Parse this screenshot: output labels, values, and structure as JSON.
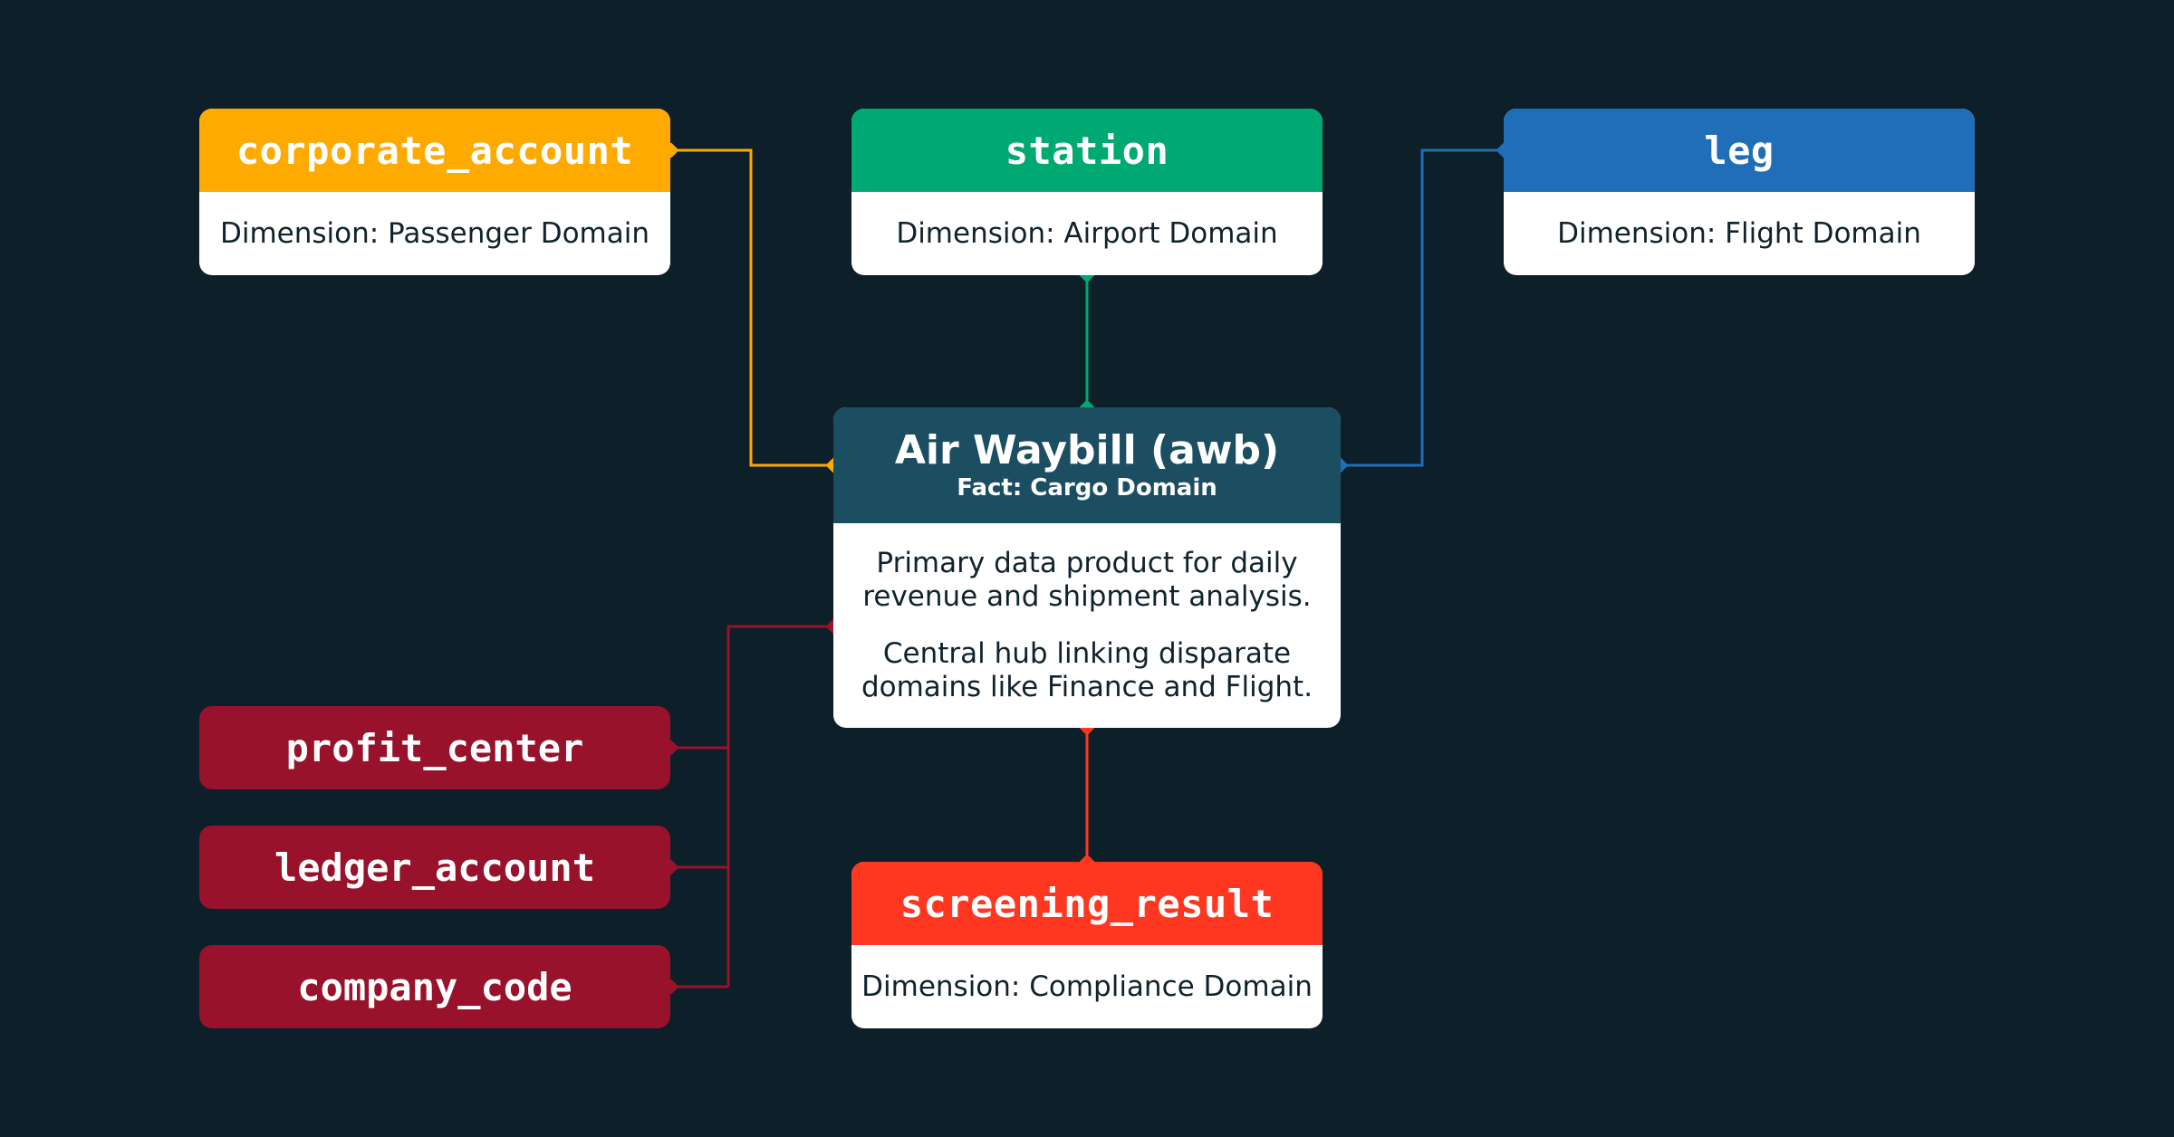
{
  "colors": {
    "background": "#0d1f28",
    "passenger": "#ffaa00",
    "airport": "#00a972",
    "flight": "#1f6eb7",
    "finance": "#97122a",
    "compliance": "#ff3721",
    "fact_header": "#1c4e62"
  },
  "fact": {
    "title": "Air Waybill (awb)",
    "subtitle": "Fact: Cargo Domain",
    "description": [
      "Primary data product for daily revenue and shipment analysis.",
      "Central hub linking disparate domains like Finance and Flight."
    ]
  },
  "dimensions": {
    "corporate_account": {
      "name": "corporate_account",
      "label": "Dimension: Passenger Domain"
    },
    "station": {
      "name": "station",
      "label": "Dimension: Airport Domain"
    },
    "leg": {
      "name": "leg",
      "label": "Dimension: Flight Domain"
    },
    "screening_result": {
      "name": "screening_result",
      "label": "Dimension: Compliance Domain"
    }
  },
  "finance_group": [
    "profit_center",
    "ledger_account",
    "company_code"
  ]
}
